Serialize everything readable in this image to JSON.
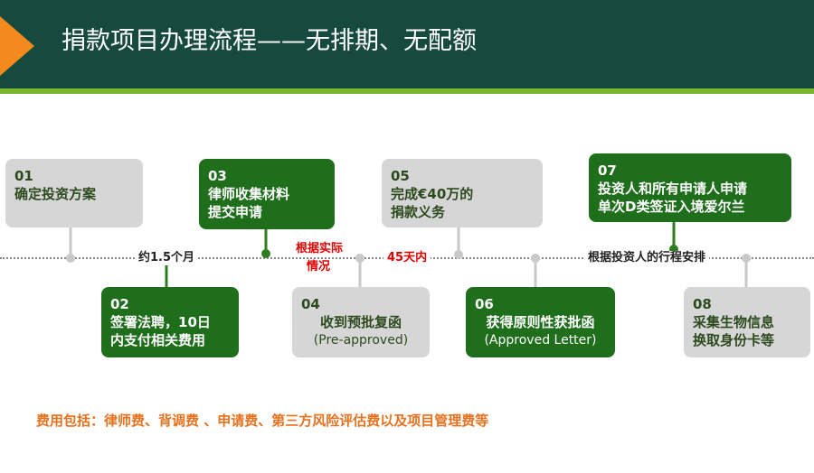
{
  "header": {
    "title": "捐款项目办理流程——无排期、无配额"
  },
  "colors": {
    "header_bg": "#164a3e",
    "accent_stripe": "#7cb82f",
    "arrow": "#f28a1e",
    "green_box": "#1f6e1c",
    "gray_box": "#d6d6d6",
    "footnote": "#e6711e",
    "highlight_red": "#e00000"
  },
  "steps": [
    {
      "num": "01",
      "lines": [
        "确定投资方案"
      ],
      "style": "gray"
    },
    {
      "num": "02",
      "lines": [
        "签署法聘，10日",
        "内支付相关费用"
      ],
      "style": "green"
    },
    {
      "num": "03",
      "lines": [
        "律师收集材料",
        "提交申请"
      ],
      "style": "green"
    },
    {
      "num": "04",
      "lines": [
        "收到预批复函"
      ],
      "sub": "(Pre-approved)",
      "style": "gray"
    },
    {
      "num": "05",
      "lines": [
        "完成€40万的",
        "捐款义务"
      ],
      "style": "gray"
    },
    {
      "num": "06",
      "lines": [
        "获得原则性获批函"
      ],
      "sub": "(Approved Letter)",
      "style": "green"
    },
    {
      "num": "07",
      "lines": [
        "投资人和所有申请人申请",
        "单次D类签证入境爱尔兰"
      ],
      "style": "green"
    },
    {
      "num": "08",
      "lines": [
        "采集生物信息",
        "换取身份卡等"
      ],
      "style": "gray"
    }
  ],
  "timeline_labels": {
    "about_1_5_months": "约1.5个月",
    "based_on_actual_line1": "根据实际",
    "based_on_actual_line2": "情况",
    "within_45_days": "45天内",
    "per_itinerary": "根据投资人的行程安排"
  },
  "footnote": "费用包括：律师费、背调费 、申请费、第三方风险评估费以及项目管理费等"
}
